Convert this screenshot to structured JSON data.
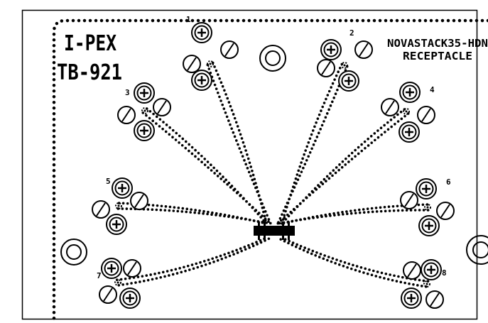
{
  "board": {
    "brand": "I-PEX",
    "model": "TB-921",
    "product_line1": "NOVASTACK35-HDN",
    "product_line2": "RECEPTACLE"
  },
  "port_labels": {
    "top_left": "1",
    "top_right": "2",
    "upper_left": "3",
    "upper_right": "4",
    "mid_left": "5",
    "mid_right": "6",
    "low_left": "7",
    "low_right": "8"
  }
}
